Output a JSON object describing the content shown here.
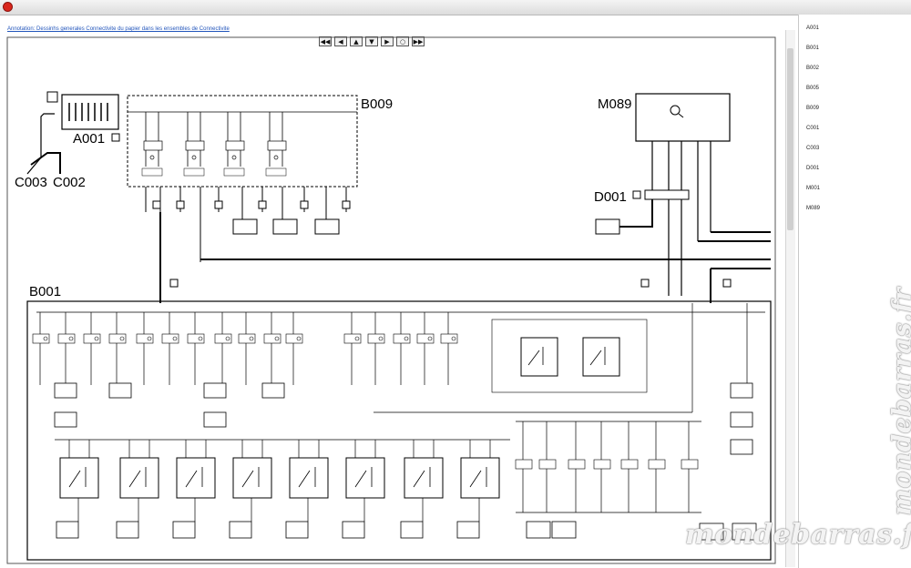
{
  "window": {
    "close_color": "#d9261c"
  },
  "header": {
    "link_text": "Annotation: Dessinhs generales Connectivite du papier dans les ensembles de Connectivite"
  },
  "nav": {
    "buttons": [
      {
        "glyph": "◀◀",
        "icon": "first-page-icon"
      },
      {
        "glyph": "◀",
        "icon": "prev-page-icon"
      },
      {
        "glyph": "▲",
        "icon": "up-icon"
      },
      {
        "glyph": "▼",
        "icon": "down-icon"
      },
      {
        "glyph": "▶",
        "icon": "next-page-icon"
      },
      {
        "glyph": "○",
        "icon": "zoom-icon"
      },
      {
        "glyph": "▶▶",
        "icon": "last-page-icon"
      }
    ]
  },
  "diagram": {
    "labels": {
      "b009": "B009",
      "m089": "M089",
      "a001": "A001",
      "c003": "C003",
      "c002": "C002",
      "d001": "D001",
      "b001": "B001"
    }
  },
  "sidebar": {
    "items": [
      "A001",
      "B001",
      "B002",
      "B005",
      "B009",
      "C001",
      "C003",
      "D001",
      "M001",
      "M089"
    ]
  },
  "watermark": {
    "text": "mondebarras.fr"
  }
}
